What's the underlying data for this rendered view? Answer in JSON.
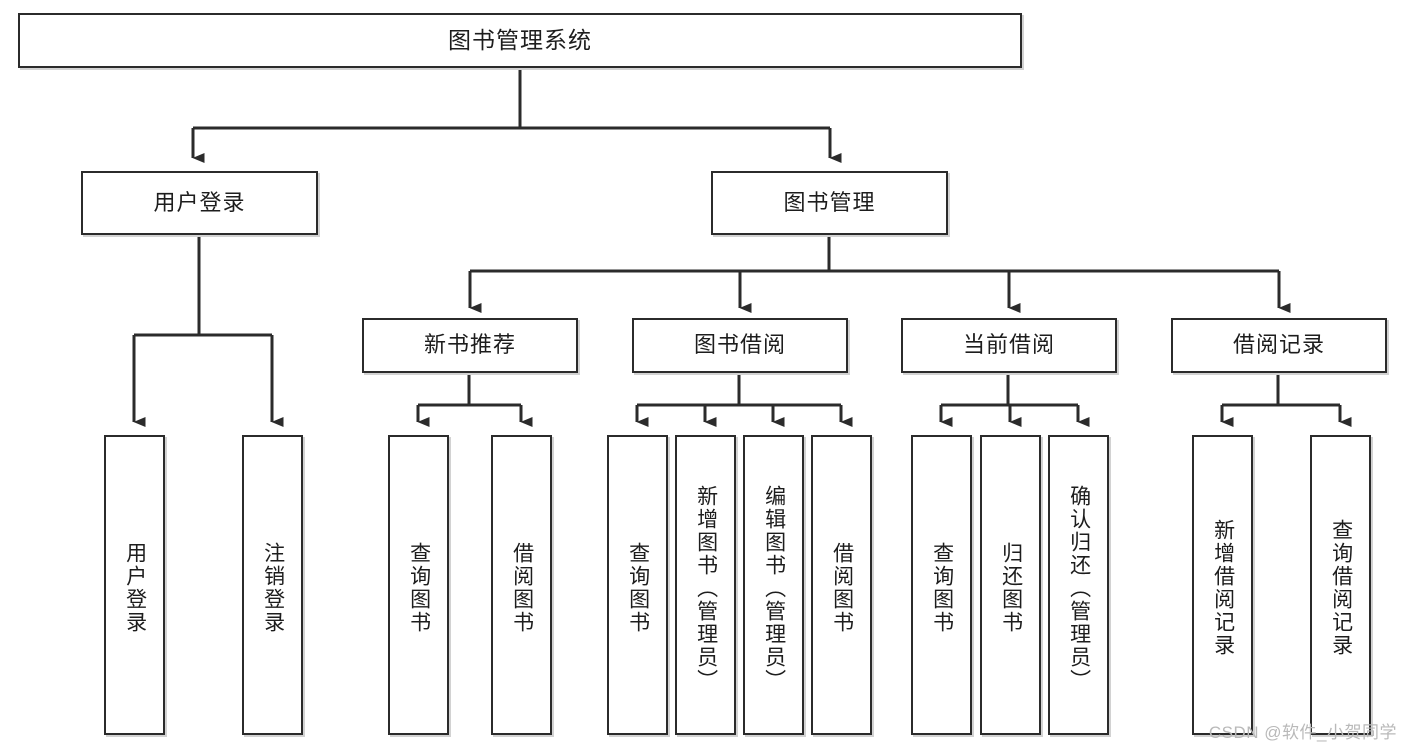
{
  "diagram": {
    "title": "图书管理系统",
    "type": "tree-hierarchy",
    "watermark": "CSDN @软件_小贺同学",
    "colors": {
      "stroke": "#2b2b2b",
      "fill": "#ffffff",
      "shadow": "#d2d2d2",
      "text": "#1d1d1d",
      "watermark": "#b9b9b9"
    },
    "nodes": {
      "root": {
        "label": "图书管理系统"
      },
      "level1": [
        {
          "id": "user-login",
          "label": "用户登录"
        },
        {
          "id": "book-management",
          "label": "图书管理"
        }
      ],
      "level2": [
        {
          "id": "new-book-recommend",
          "label": "新书推荐"
        },
        {
          "id": "book-borrow",
          "label": "图书借阅"
        },
        {
          "id": "current-borrow",
          "label": "当前借阅"
        },
        {
          "id": "borrow-record",
          "label": "借阅记录"
        }
      ],
      "leaves": {
        "user_login": [
          {
            "id": "leaf-user-login",
            "label": "用户登录"
          },
          {
            "id": "leaf-logout-login",
            "label": "注销登录"
          }
        ],
        "new_book_recommend": [
          {
            "id": "leaf-query-book-1",
            "label": "查询图书"
          },
          {
            "id": "leaf-borrow-book-1",
            "label": "借阅图书"
          }
        ],
        "book_borrow": [
          {
            "id": "leaf-query-book-2",
            "label": "查询图书"
          },
          {
            "id": "leaf-add-book",
            "label": "新增图书（管理员）"
          },
          {
            "id": "leaf-edit-book",
            "label": "编辑图书（管理员）"
          },
          {
            "id": "leaf-borrow-book-2",
            "label": "借阅图书"
          }
        ],
        "current_borrow": [
          {
            "id": "leaf-query-book-3",
            "label": "查询图书"
          },
          {
            "id": "leaf-return-book",
            "label": "归还图书"
          },
          {
            "id": "leaf-confirm-return",
            "label": "确认归还（管理员）"
          }
        ],
        "borrow_record": [
          {
            "id": "leaf-add-record",
            "label": "新增借阅记录"
          },
          {
            "id": "leaf-query-record",
            "label": "查询借阅记录"
          }
        ]
      }
    }
  }
}
